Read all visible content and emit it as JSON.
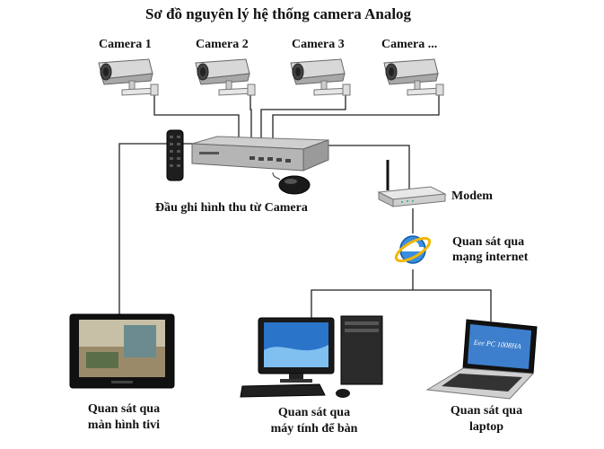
{
  "title": "Sơ đồ nguyên lý hệ thống camera Analog",
  "cameras": [
    {
      "label": "Camera 1",
      "icon": "cctv-camera-icon"
    },
    {
      "label": "Camera 2",
      "icon": "cctv-camera-icon"
    },
    {
      "label": "Camera 3",
      "icon": "cctv-camera-icon"
    },
    {
      "label": "Camera ...",
      "icon": "cctv-camera-icon"
    }
  ],
  "dvr": {
    "label": "Đầu ghi hình thu từ Camera",
    "icon": "dvr-recorder-icon"
  },
  "remote": {
    "icon": "remote-control-icon"
  },
  "mouse": {
    "icon": "mouse-icon"
  },
  "modem": {
    "label": "Modem",
    "icon": "router-icon"
  },
  "internet": {
    "line1": "Quan sát qua",
    "line2": "mạng internet",
    "icon": "internet-explorer-icon"
  },
  "tv": {
    "line1": "Quan sát qua",
    "line2": "màn hình tivi",
    "icon": "tv-monitor-icon"
  },
  "desktop": {
    "line1": "Quan sát qua",
    "line2": "máy tính để bàn",
    "icon": "desktop-computer-icon"
  },
  "laptop": {
    "line1": "Quan sát qua",
    "line2": "laptop",
    "icon": "laptop-icon",
    "brand": "Eee PC 1008HA"
  },
  "colors": {
    "line": "#222222",
    "text": "#111111",
    "ie_blue": "#1c6fd6",
    "ie_gold": "#f2b705"
  }
}
